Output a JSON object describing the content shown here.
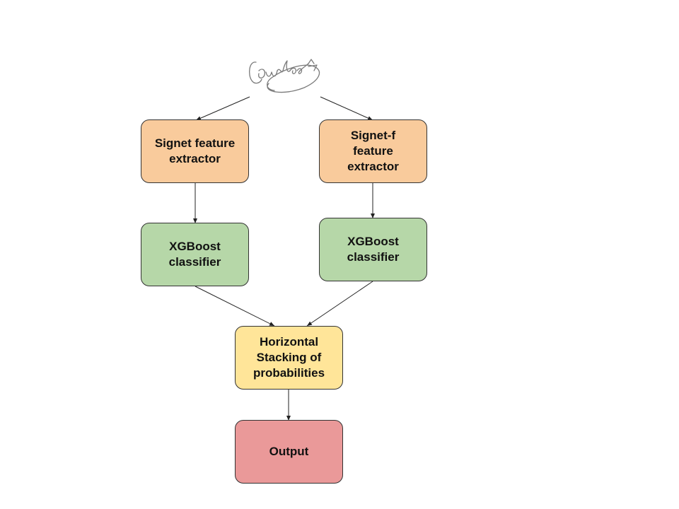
{
  "diagram": {
    "nodes": {
      "signet_extractor": {
        "label": "Signet feature\nextractor",
        "color": "#f9cb9c"
      },
      "signetf_extractor": {
        "label": "Signet-f\nfeature\nextractor",
        "color": "#f9cb9c"
      },
      "xgboost_left": {
        "label": "XGBoost\nclassifier",
        "color": "#b6d7a8"
      },
      "xgboost_right": {
        "label": "XGBoost\nclassifier",
        "color": "#b6d7a8"
      },
      "stacking": {
        "label": "Horizontal\nStacking of\nprobabilities",
        "color": "#ffe599"
      },
      "output": {
        "label": "Output",
        "color": "#ea9999"
      }
    },
    "edges": [
      {
        "from": "signature",
        "to": "signet_extractor"
      },
      {
        "from": "signature",
        "to": "signetf_extractor"
      },
      {
        "from": "signet_extractor",
        "to": "xgboost_left"
      },
      {
        "from": "signetf_extractor",
        "to": "xgboost_right"
      },
      {
        "from": "xgboost_left",
        "to": "stacking"
      },
      {
        "from": "xgboost_right",
        "to": "stacking"
      },
      {
        "from": "stacking",
        "to": "output"
      }
    ],
    "signature": {
      "icon": "handwritten-signature-image"
    }
  }
}
